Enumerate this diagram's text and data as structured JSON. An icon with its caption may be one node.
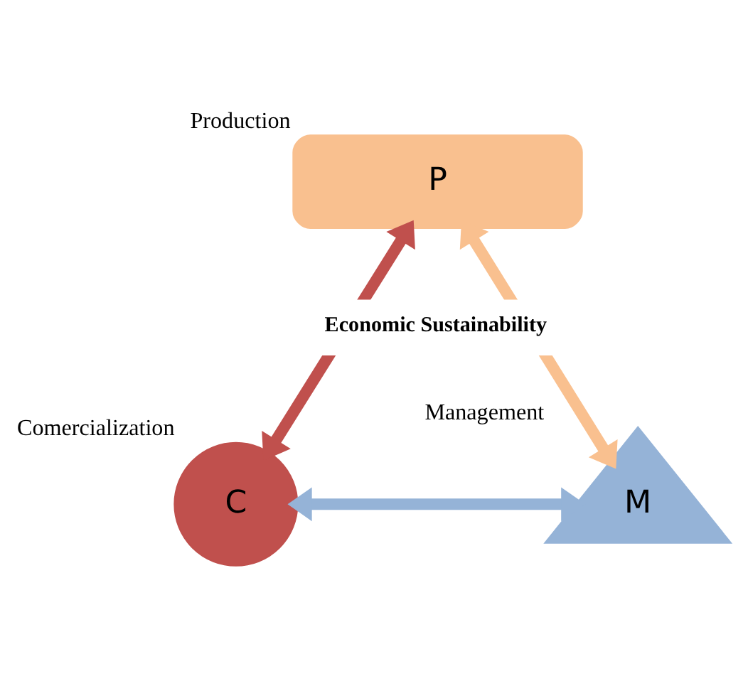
{
  "diagram": {
    "nodes": [
      {
        "text": [
          "P"
        ],
        "beside": [
          "Production"
        ]
      },
      {
        "text": [
          "C"
        ],
        "beside": [
          "Comercialization"
        ]
      },
      {
        "text": [
          "M"
        ],
        "beside": [
          "Management"
        ]
      }
    ],
    "edges": [
      {
        "from": 0,
        "to": 1,
        "arrow": "both",
        "color": "#c0504d"
      },
      {
        "from": 0,
        "to": 2,
        "arrow": "both",
        "color": "#f9c08f"
      },
      {
        "from": 1,
        "to": 2,
        "arrow": "both",
        "color": "#95b3d7"
      }
    ],
    "labels": [
      "Economic Sustainability"
    ]
  }
}
